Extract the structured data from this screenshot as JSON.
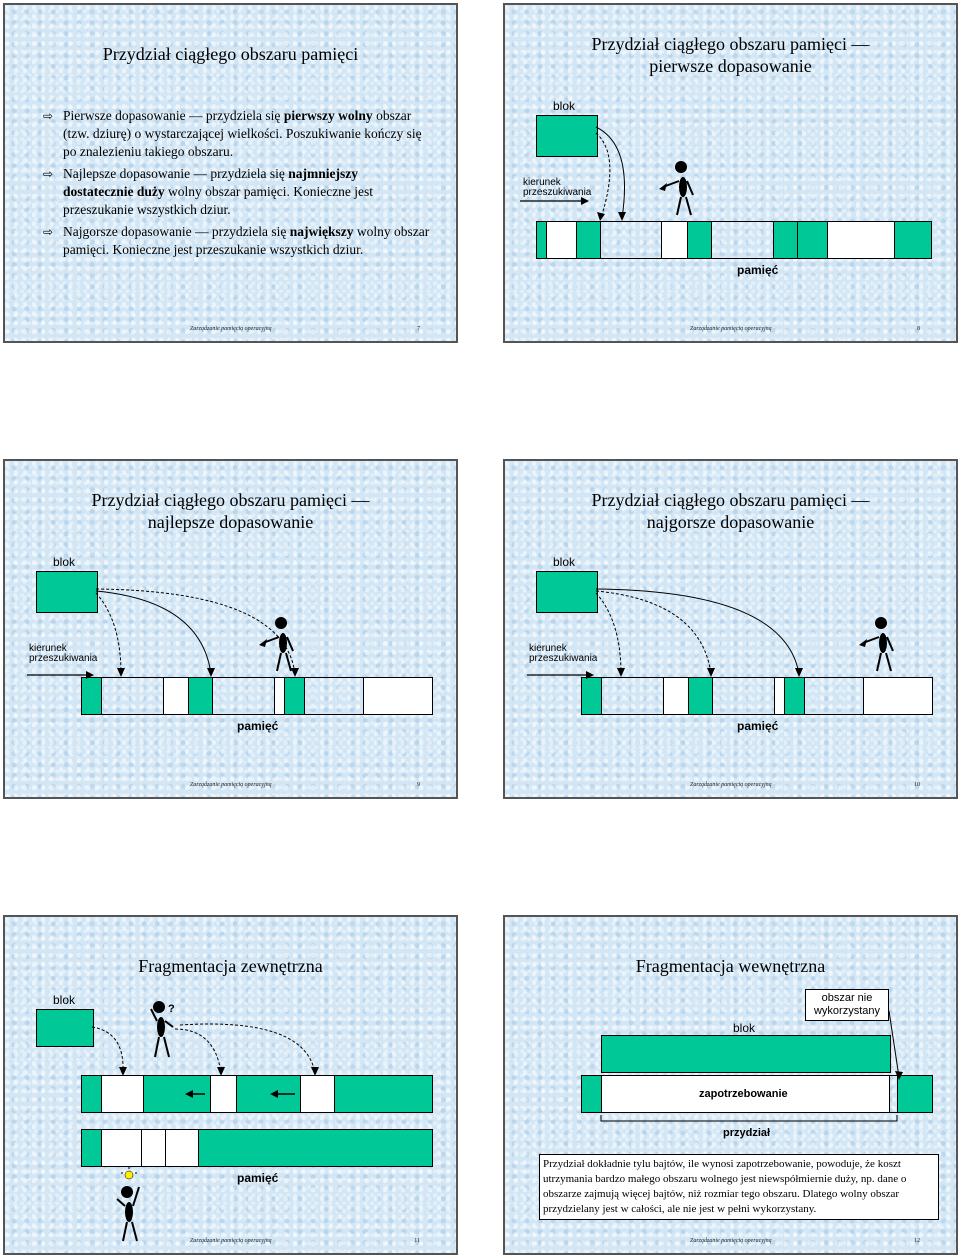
{
  "slides": {
    "s7": {
      "title": "Przydział ciągłego obszaru pamięci",
      "bullets": [
        {
          "parts": [
            {
              "t": "Pierwsze dopasowanie — przydziela się ",
              "b": false
            },
            {
              "t": "pierwszy wolny",
              "b": true
            },
            {
              "t": " obszar (tzw. dziurę) o wystarczającej wielkości. Poszukiwanie kończy się po znalezieniu takiego obszaru.",
              "b": false
            }
          ]
        },
        {
          "parts": [
            {
              "t": "Najlepsze dopasowanie — przydziela się ",
              "b": false
            },
            {
              "t": "najmniejszy dostatecznie duży",
              "b": true
            },
            {
              "t": " wolny obszar pamięci. Konieczne jest przeszukanie wszystkich dziur.",
              "b": false
            }
          ]
        },
        {
          "parts": [
            {
              "t": "Najgorsze dopasowanie — przydziela się ",
              "b": false
            },
            {
              "t": "największy",
              "b": true
            },
            {
              "t": " wolny obszar pamięci. Konieczne jest przeszukanie wszystkich dziur.",
              "b": false
            }
          ]
        }
      ],
      "bullet_icon": "hollow-right-arrow-icon",
      "footer": "Zarządzanie pamięcią operacyjną",
      "page": "7"
    },
    "s8": {
      "title_line1": "Przydział ciągłego obszaru pamięci —",
      "title_line2": "pierwsze dopasowanie",
      "blok": "blok",
      "kierunek": "kierunek",
      "przeszukiwania": "przeszukiwania",
      "pamiec": "pamięć",
      "footer": "Zarządzanie pamięcią operacyjną",
      "page": "8"
    },
    "s9": {
      "title_line1": "Przydział ciągłego obszaru pamięci —",
      "title_line2": "najlepsze dopasowanie",
      "blok": "blok",
      "kierunek": "kierunek",
      "przeszukiwania": "przeszukiwania",
      "pamiec": "pamięć",
      "footer": "Zarządzanie pamięcią operacyjną",
      "page": "9"
    },
    "s10": {
      "title_line1": "Przydział ciągłego obszaru pamięci —",
      "title_line2": "najgorsze dopasowanie",
      "blok": "blok",
      "kierunek": "kierunek",
      "przeszukiwania": "przeszukiwania",
      "pamiec": "pamięć",
      "footer": "Zarządzanie pamięcią operacyjną",
      "page": "10"
    },
    "s11": {
      "title": "Fragmentacja zewnętrzna",
      "blok": "blok",
      "question": "?",
      "pamiec": "pamięć",
      "footer": "Zarządzanie pamięcią operacyjną",
      "page": "11"
    },
    "s12": {
      "title": "Fragmentacja wewnętrzna",
      "blok": "blok",
      "unused": "obszar nie wykorzystany",
      "zapotrzebowanie": "zapotrzebowanie",
      "przydzial": "przydział",
      "description": "Przydział dokładnie tylu bajtów, ile wynosi zapotrzebowanie, powoduje, że koszt utrzymania bardzo małego obszaru wolnego jest niewspółmiernie duży, np. dane o obszarze zajmują więcej bajtów, niż rozmiar tego obszaru. Dlatego wolny obszar przydzielany jest w całości, ale  nie jest w pełni wykorzystany.",
      "footer": "Zarządzanie pamięcią operacyjną",
      "page": "12"
    }
  }
}
